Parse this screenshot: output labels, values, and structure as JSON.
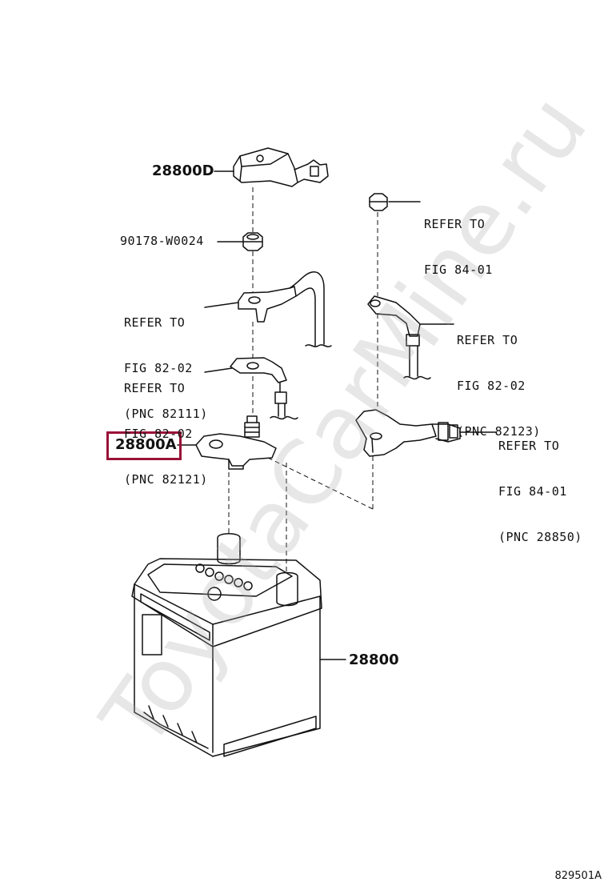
{
  "watermark": "ToyotaCarMine.ru",
  "parts": {
    "cover": "28800D",
    "nut": "90178-W0024",
    "terminal": "28800A",
    "battery": "28800"
  },
  "refs": {
    "top_right": [
      "REFER TO",
      "FIG 84-01"
    ],
    "left_cable": [
      "REFER TO",
      "FIG 82-02",
      "(PNC 82111)"
    ],
    "left_cable2": [
      "REFER TO",
      "FIG 82-02",
      "(PNC 82121)"
    ],
    "right_cable": [
      "REFER TO",
      "FIG 82-02",
      "(PNC 82123)"
    ],
    "right_terminal": [
      "REFER TO",
      "FIG 84-01",
      "(PNC 28850)"
    ]
  },
  "diagram_code": "829501A",
  "colors": {
    "highlight": "#9a1238",
    "ink": "#111111"
  }
}
